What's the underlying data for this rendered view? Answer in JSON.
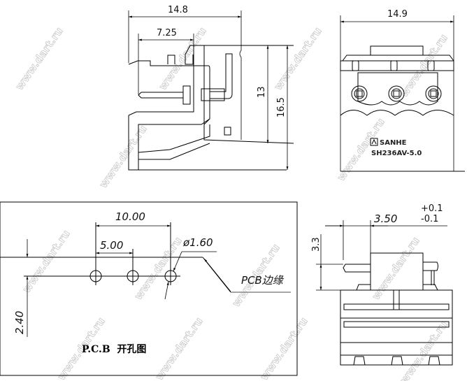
{
  "side_view": {
    "dim_overall_length": "14.8",
    "dim_pin_length": "7.25",
    "dim_height_inner": "13",
    "dim_height_total": "16.5"
  },
  "front_view": {
    "dim_width": "14.9",
    "brand": "SANHE",
    "model": "SH236AV-5.0"
  },
  "pcb_layout": {
    "dim_pitch_total": "10.00",
    "dim_pitch": "5.00",
    "dim_hole_diameter": "ø1.60",
    "dim_edge_offset": "2.40",
    "edge_label": "PCB边缘",
    "title": "P.C.B  开孔图"
  },
  "mount_view": {
    "dim_pin_height": "3.3",
    "dim_offset": "3.50",
    "tol_plus": "+0.1",
    "tol_minus": "-0.1"
  },
  "watermark": "www.dart.ru"
}
